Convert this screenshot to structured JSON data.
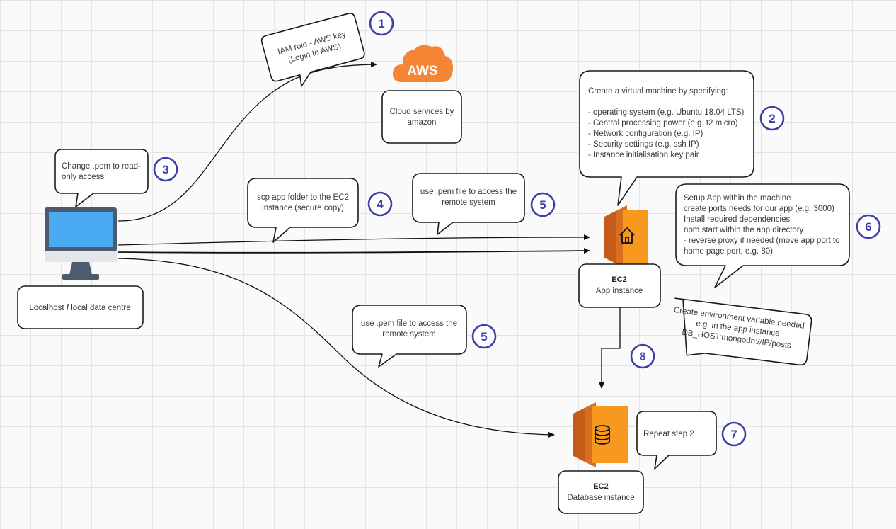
{
  "nodes": {
    "aws": {
      "logo_text": "AWS",
      "label_line1": "Cloud services by",
      "label_line2": "amazon"
    },
    "localhost": {
      "label_prefix": "Localhost ",
      "label_slash": "/",
      "label_suffix": " local data centre"
    },
    "ec2_app": {
      "title": "EC2",
      "subtitle": "App instance"
    },
    "ec2_db": {
      "title": "EC2",
      "subtitle": "Database instance"
    }
  },
  "callouts": {
    "iam": {
      "lines": [
        "IAM role - AWS key",
        "(Login to AWS)"
      ]
    },
    "create_vm": {
      "lines": [
        "Create a virtual machine by specifying:",
        "",
        "- operating system (e.g. Ubuntu 18.04 LTS)",
        "- Central processing power (e.g. t2 micro)",
        "- Network configuration (e.g. IP)",
        "- Security settings (e.g. ssh IP)",
        "- Instance initialisation key pair"
      ]
    },
    "change_pem": {
      "lines": [
        "Change .pem to read-",
        "only access"
      ]
    },
    "scp": {
      "lines": [
        "scp app folder to the EC2",
        "instance (secure copy)"
      ]
    },
    "use_pem_app": {
      "lines": [
        "use .pem file to access the",
        "remote system"
      ]
    },
    "setup_app": {
      "lines": [
        "Setup App within the machine",
        "create ports needs for our app (e.g. 3000)",
        "Install required dependencies",
        "npm start within the app directory",
        "- reverse proxy if needed (move app port to",
        "home page port, e.g. 80)"
      ]
    },
    "env_var": {
      "lines": [
        "Create environment variable needed",
        "e.g. in the app instance",
        "DB_HOST:mongodb://IP/posts"
      ]
    },
    "use_pem_db": {
      "lines": [
        "use .pem file to access the",
        "remote system"
      ]
    },
    "repeat": {
      "lines": [
        "Repeat step 2"
      ]
    }
  },
  "steps": {
    "s1": "1",
    "s2": "2",
    "s3": "3",
    "s4": "4",
    "s5a": "5",
    "s5b": "5",
    "s6": "6",
    "s7": "7",
    "s8": "8"
  },
  "colors": {
    "aws_orange": "#f58534",
    "ec2_orange_light": "#f7981f",
    "ec2_orange_dark": "#c45c17",
    "monitor_screen": "#4aabf3",
    "monitor_frame": "#4c5b6e",
    "step_circle": "#3b3fa8"
  }
}
